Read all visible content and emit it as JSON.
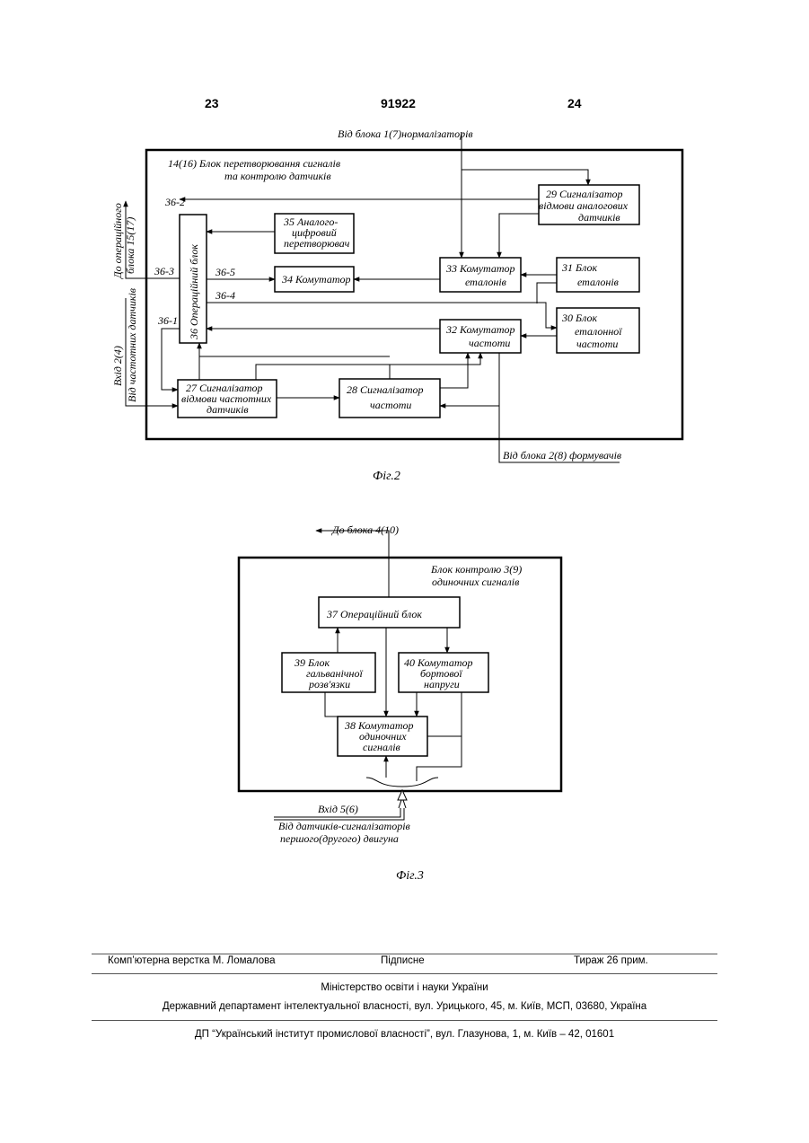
{
  "header": {
    "page_left": "23",
    "patent_number": "91922",
    "page_right": "24"
  },
  "fig2": {
    "caption": "Фіг.2",
    "in_top": "Від блока 1(7)нормалізаторів",
    "in_bottom": "Від блока 2(8) формувачів",
    "block_title": [
      "14(16)      Блок перетворювання сигналів",
      "та контролю датчиків"
    ],
    "out_left": [
      "До операційного",
      "блока 15(17)"
    ],
    "in_left": [
      "Вхід 2(4)",
      "Від частотних датчиків"
    ],
    "ports": {
      "p2": "36-2",
      "p3": "36-3",
      "p1": "36-1",
      "p5": "36-5",
      "p4": "36-4"
    },
    "b36": "36   Операційний блок",
    "b35": [
      "35  Аналого-",
      "цифровий",
      "перетворювач"
    ],
    "b34": "34  Комутатор",
    "b33": [
      "33  Комутатор",
      "еталонів"
    ],
    "b29": [
      "29  Сигналізатор",
      "відмови аналогових",
      "датчиків"
    ],
    "b31": [
      "31     Блок",
      "еталонів"
    ],
    "b30": [
      "30  Блок",
      "еталонної",
      "частоти"
    ],
    "b32": [
      "32  Комутатор",
      "частоти"
    ],
    "b27": [
      "27  Сигналізатор",
      "відмови частотних",
      "датчиків"
    ],
    "b28": [
      "28  Сигналізатор",
      "частоти"
    ]
  },
  "fig3": {
    "caption": "Фіг.3",
    "out_top": "До блока  4(10)",
    "block_title": [
      "Блок контролю      3(9)",
      "одиночних сигналів"
    ],
    "b37": "37    Операційний  блок",
    "b39": [
      "39    Блок",
      "гальванічної",
      "розв'язки"
    ],
    "b40": [
      "40  Комутатор",
      "бортової",
      "напруги"
    ],
    "b38": [
      "38  Комутатор",
      "одиночних",
      "сигналів"
    ],
    "in_bottom": [
      "Вхід 5(6)",
      "Від датчиків-сигналізаторів",
      "першого(другого) двигуна"
    ]
  },
  "footer": {
    "layout": "Комп’ютерна верстка М. Ломалова",
    "signed": "Підписне",
    "circulation": "Тираж 26 прим.",
    "ministry": "Міністерство освіти і науки України",
    "department": "Державний департамент інтелектуальної власності, вул. Урицького, 45, м. Київ, МСП, 03680, Україна",
    "institute": "ДП “Український інститут промислової власності”, вул. Глазунова, 1, м. Київ – 42, 01601"
  }
}
